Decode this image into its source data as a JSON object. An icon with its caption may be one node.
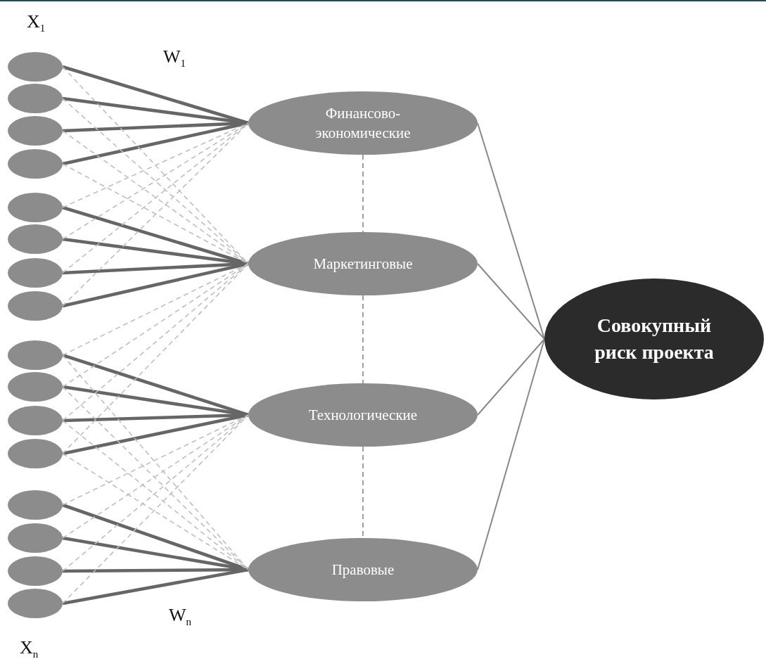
{
  "diagram": {
    "nodes": [
      {
        "text": [],
        "shape": "circle"
      },
      {
        "text": [],
        "shape": "circle"
      },
      {
        "text": [],
        "shape": "circle"
      },
      {
        "text": [],
        "shape": "circle"
      },
      {
        "text": [],
        "shape": "circle"
      },
      {
        "text": [],
        "shape": "circle"
      },
      {
        "text": [],
        "shape": "circle"
      },
      {
        "text": [],
        "shape": "circle"
      },
      {
        "text": [],
        "shape": "circle"
      },
      {
        "text": [],
        "shape": "circle"
      },
      {
        "text": [],
        "shape": "circle"
      },
      {
        "text": [],
        "shape": "circle"
      },
      {
        "text": [],
        "shape": "circle"
      },
      {
        "text": [],
        "shape": "circle"
      },
      {
        "text": [],
        "shape": "circle"
      },
      {
        "text": [],
        "shape": "circle"
      },
      {
        "text": [
          "Финансово-экономические"
        ]
      },
      {
        "text": [
          "Маркетинговые"
        ]
      },
      {
        "text": [
          "Технологические"
        ]
      },
      {
        "text": [
          "Правовые"
        ]
      },
      {
        "text": [
          "Совокупный риск проекта"
        ]
      }
    ],
    "edges": [
      {
        "from": 0,
        "to": 16,
        "arrow": "none",
        "style": "thick",
        "color": "#666666"
      },
      {
        "from": 1,
        "to": 16,
        "arrow": "none",
        "style": "thick",
        "color": "#666666"
      },
      {
        "from": 2,
        "to": 16,
        "arrow": "none",
        "style": "thick",
        "color": "#666666"
      },
      {
        "from": 3,
        "to": 16,
        "arrow": "none",
        "style": "thick",
        "color": "#666666"
      },
      {
        "from": 4,
        "to": 17,
        "arrow": "none",
        "style": "thick",
        "color": "#666666"
      },
      {
        "from": 5,
        "to": 17,
        "arrow": "none",
        "style": "thick",
        "color": "#666666"
      },
      {
        "from": 6,
        "to": 17,
        "arrow": "none",
        "style": "thick",
        "color": "#666666"
      },
      {
        "from": 7,
        "to": 17,
        "arrow": "none",
        "style": "thick",
        "color": "#666666"
      },
      {
        "from": 8,
        "to": 18,
        "arrow": "none",
        "style": "thick",
        "color": "#666666"
      },
      {
        "from": 9,
        "to": 18,
        "arrow": "none",
        "style": "thick",
        "color": "#666666"
      },
      {
        "from": 10,
        "to": 18,
        "arrow": "none",
        "style": "thick",
        "color": "#666666"
      },
      {
        "from": 11,
        "to": 18,
        "arrow": "none",
        "style": "thick",
        "color": "#666666"
      },
      {
        "from": 12,
        "to": 19,
        "arrow": "none",
        "style": "thick",
        "color": "#666666"
      },
      {
        "from": 13,
        "to": 19,
        "arrow": "none",
        "style": "thick",
        "color": "#666666"
      },
      {
        "from": 14,
        "to": 19,
        "arrow": "none",
        "style": "thick",
        "color": "#666666"
      },
      {
        "from": 15,
        "to": 19,
        "arrow": "none",
        "style": "thick",
        "color": "#666666"
      },
      {
        "from": 0,
        "to": 17,
        "arrow": "none",
        "style": "dashed",
        "color": "#bfbfbf"
      },
      {
        "from": 1,
        "to": 17,
        "arrow": "none",
        "style": "dashed",
        "color": "#bfbfbf"
      },
      {
        "from": 2,
        "to": 17,
        "arrow": "none",
        "style": "dashed",
        "color": "#bfbfbf"
      },
      {
        "from": 3,
        "to": 17,
        "arrow": "none",
        "style": "dashed",
        "color": "#bfbfbf"
      },
      {
        "from": 4,
        "to": 16,
        "arrow": "none",
        "style": "dashed",
        "color": "#bfbfbf"
      },
      {
        "from": 5,
        "to": 16,
        "arrow": "none",
        "style": "dashed",
        "color": "#bfbfbf"
      },
      {
        "from": 6,
        "to": 16,
        "arrow": "none",
        "style": "dashed",
        "color": "#bfbfbf"
      },
      {
        "from": 7,
        "to": 16,
        "arrow": "none",
        "style": "dashed",
        "color": "#bfbfbf"
      },
      {
        "from": 8,
        "to": 17,
        "arrow": "none",
        "style": "dashed",
        "color": "#bfbfbf"
      },
      {
        "from": 9,
        "to": 17,
        "arrow": "none",
        "style": "dashed",
        "color": "#bfbfbf"
      },
      {
        "from": 10,
        "to": 17,
        "arrow": "none",
        "style": "dashed",
        "color": "#bfbfbf"
      },
      {
        "from": 11,
        "to": 17,
        "arrow": "none",
        "style": "dashed",
        "color": "#bfbfbf"
      },
      {
        "from": 8,
        "to": 19,
        "arrow": "none",
        "style": "dashed",
        "color": "#bfbfbf"
      },
      {
        "from": 9,
        "to": 19,
        "arrow": "none",
        "style": "dashed",
        "color": "#bfbfbf"
      },
      {
        "from": 10,
        "to": 19,
        "arrow": "none",
        "style": "dashed",
        "color": "#bfbfbf"
      },
      {
        "from": 11,
        "to": 19,
        "arrow": "none",
        "style": "dashed",
        "color": "#bfbfbf"
      },
      {
        "from": 12,
        "to": 18,
        "arrow": "none",
        "style": "dashed",
        "color": "#bfbfbf"
      },
      {
        "from": 13,
        "to": 18,
        "arrow": "none",
        "style": "dashed",
        "color": "#bfbfbf"
      },
      {
        "from": 14,
        "to": 18,
        "arrow": "none",
        "style": "dashed",
        "color": "#bfbfbf"
      },
      {
        "from": 15,
        "to": 18,
        "arrow": "none",
        "style": "dashed",
        "color": "#bfbfbf"
      },
      {
        "from": 16,
        "to": 17,
        "arrow": "none",
        "style": "dashed",
        "color": "#888888"
      },
      {
        "from": 17,
        "to": 18,
        "arrow": "none",
        "style": "dashed",
        "color": "#888888"
      },
      {
        "from": 18,
        "to": 19,
        "arrow": "none",
        "style": "dashed",
        "color": "#888888"
      },
      {
        "from": 16,
        "to": 20,
        "arrow": "none",
        "color": "#888888"
      },
      {
        "from": 17,
        "to": 20,
        "arrow": "none",
        "color": "#888888"
      },
      {
        "from": 18,
        "to": 20,
        "arrow": "none",
        "color": "#888888"
      },
      {
        "from": 19,
        "to": 20,
        "arrow": "none",
        "color": "#888888"
      }
    ],
    "labels": [
      "X$_{1}$",
      "W$_{1}$",
      "W$_{n}$",
      "X$_{n}$"
    ]
  }
}
